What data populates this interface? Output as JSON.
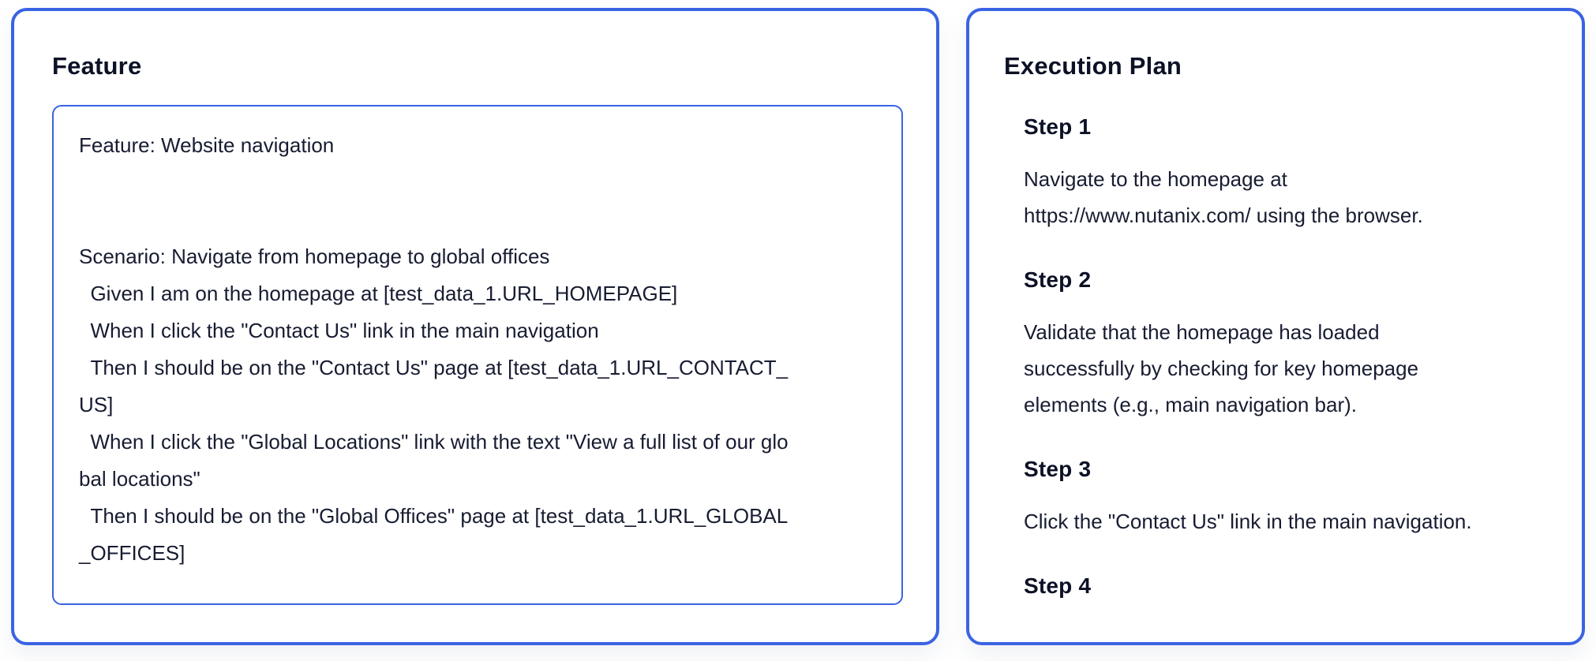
{
  "accent_color": "#3a63e3",
  "text_color": "#171c31",
  "feature_panel": {
    "title": "Feature",
    "gherkin": "Feature: Website navigation\n\n\nScenario: Navigate from homepage to global offices\n  Given I am on the homepage at [test_data_1.URL_HOMEPAGE]\n  When I click the \"Contact Us\" link in the main navigation\n  Then I should be on the \"Contact Us\" page at [test_data_1.URL_CONTACT_US]\n  When I click the \"Global Locations\" link with the text \"View a full list of our global locations\"\n  Then I should be on the \"Global Offices\" page at [test_data_1.URL_GLOBAL_OFFICES]"
  },
  "execution_panel": {
    "title": "Execution Plan",
    "steps": [
      {
        "label": "Step 1",
        "description": "Navigate to the homepage at https://www.nutanix.com/ using the browser."
      },
      {
        "label": "Step 2",
        "description": "Validate that the homepage has loaded successfully by checking for key homepage elements (e.g., main navigation bar)."
      },
      {
        "label": "Step 3",
        "description": "Click the \"Contact Us\" link in the main navigation."
      },
      {
        "label": "Step 4",
        "description": ""
      }
    ]
  }
}
